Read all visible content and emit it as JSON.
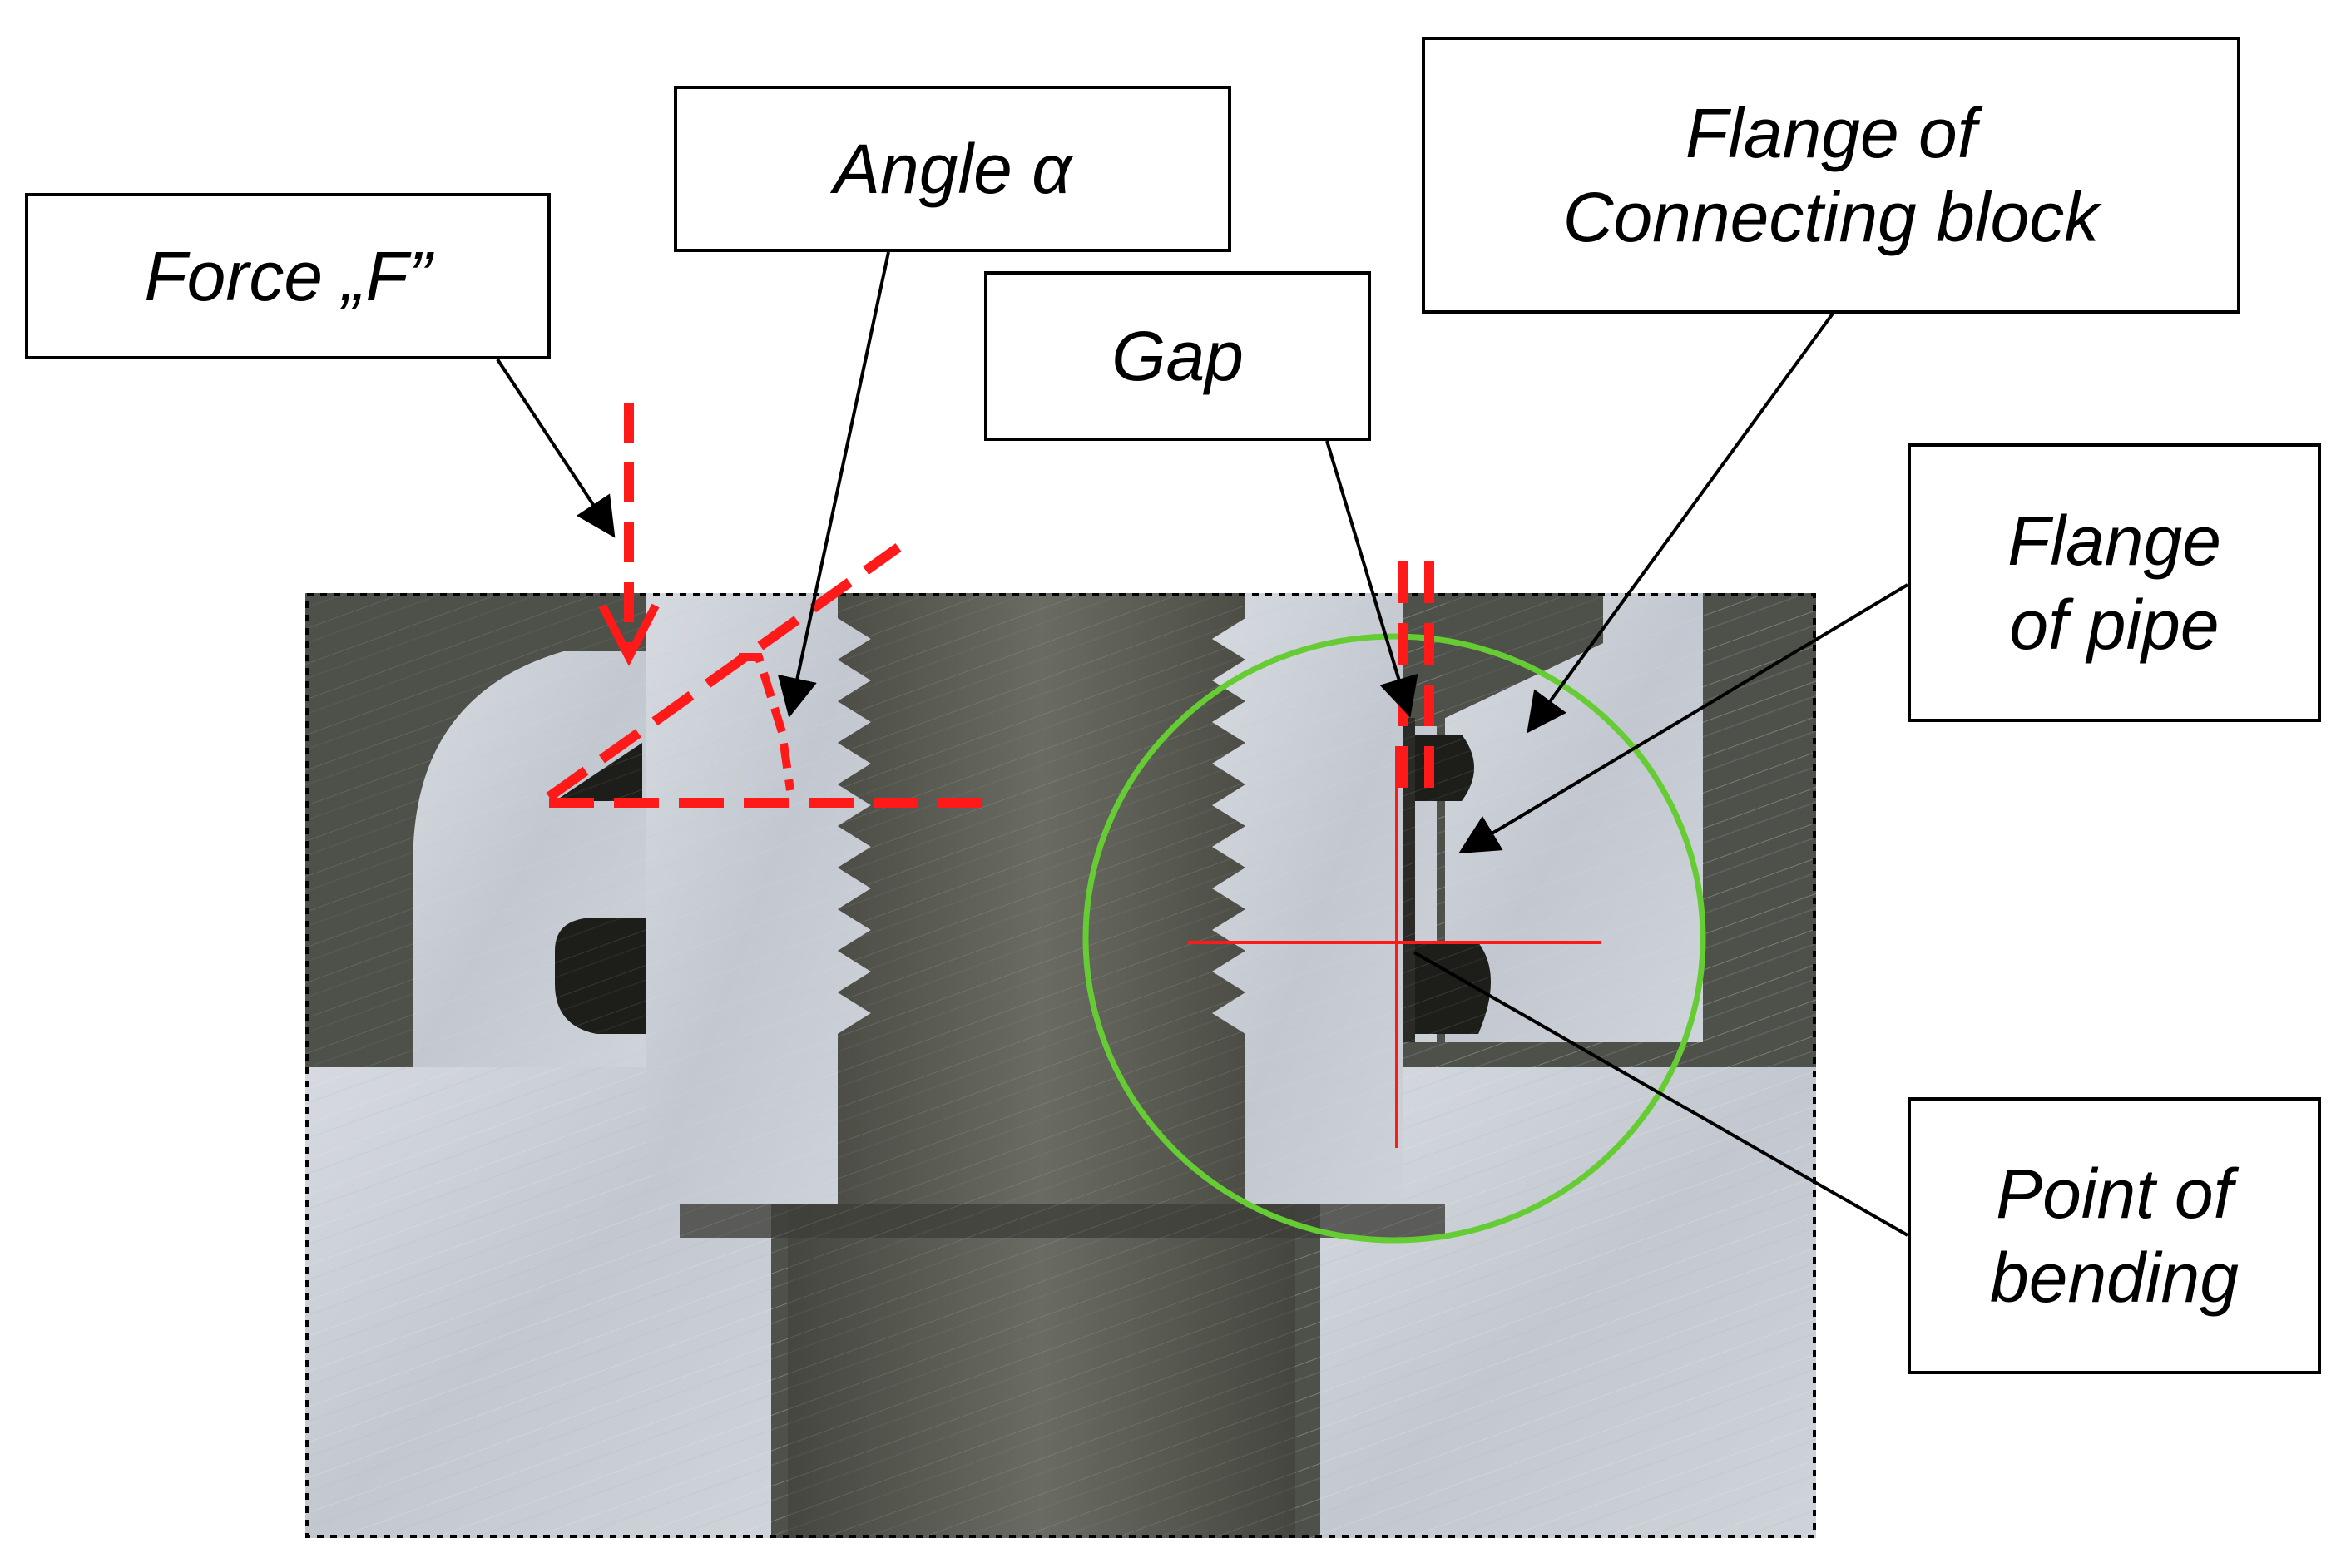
{
  "labels": {
    "force": "Force „F”",
    "angle": "Angle α",
    "gap": "Gap",
    "flange_connecting_block": "Flange of\nConnecting block",
    "flange_pipe": "Flange\nof pipe",
    "point_of_bending": "Point of\nbending"
  },
  "colors": {
    "metal": "#c8ccd3",
    "dark_background": "#4e504a",
    "thread_bore": "#57584f",
    "annotation_red": "#ff1a1a",
    "highlight_circle": "#66cc33"
  }
}
